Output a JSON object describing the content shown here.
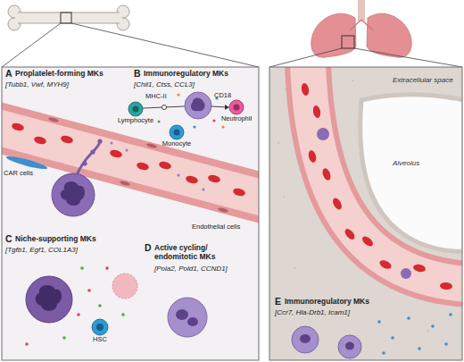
{
  "diagram": {
    "nodes": [
      {
        "text": [
          "Lymphocyte"
        ]
      },
      {
        "text": [
          "Neutrophil"
        ]
      },
      {
        "text": [
          "Monocyte"
        ]
      },
      {
        "text": [
          "HSC"
        ]
      }
    ],
    "labels": [
      "A",
      "Proplatelet-forming MKs",
      "[Tubb1, Vwf, MYH9]",
      "CAR cells",
      "Endothelial cells",
      "B",
      "Immunoregulatory MKs",
      "[Chil1, Ctss, CCL3]",
      "MHC-II",
      "CD18",
      "C",
      "Niche-supporting MKs",
      "[Tgfb1, Egf1, COL1A3]",
      "D",
      "Active cycling/ endomitotic MKs",
      "[Pola2, Pold1, CCND1]",
      "Extracellular space",
      "Alveolus",
      "E",
      "Immunoregulatory MKs",
      "[Ccr7, Hla-Drb1, Icam1]"
    ]
  }
}
